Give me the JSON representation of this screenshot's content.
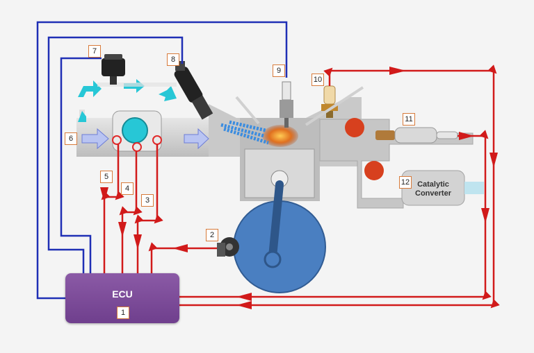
{
  "ecu": {
    "label": "ECU"
  },
  "catalytic": {
    "line1": "Catalytic",
    "line2": "Converter"
  },
  "numbers": [
    "1",
    "2",
    "3",
    "4",
    "5",
    "6",
    "7",
    "8",
    "9",
    "10",
    "11",
    "12"
  ],
  "colors": {
    "wire_blue": "#1f2fb5",
    "wire_red": "#d11a1a",
    "ecu": "#7a479a",
    "airflow": "#27c7d6",
    "engine": "#cfcfcf",
    "piston_disk": "#4a7fc1"
  }
}
